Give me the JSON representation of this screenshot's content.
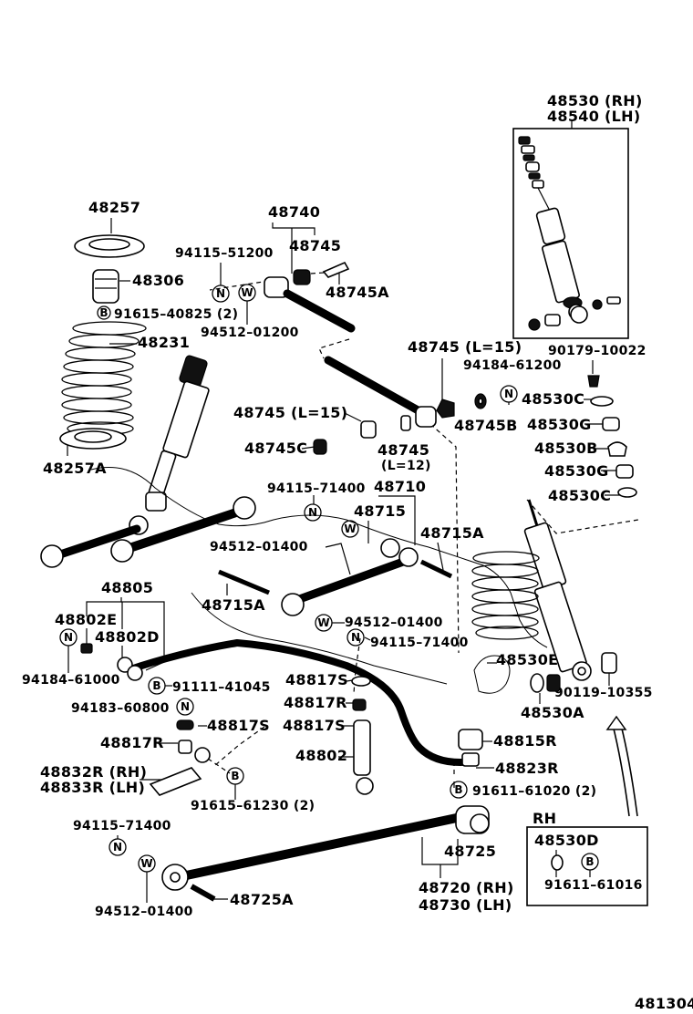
{
  "diagram_code": "481304",
  "parts": {
    "p48530": "48530 (RH)",
    "p48540": "48540 (LH)",
    "p48257": "48257",
    "p48740": "48740",
    "p94115_51200": "94115–51200",
    "p48745_top": "48745",
    "p48306": "48306",
    "p48745A": "48745A",
    "p91615_40825": "91615–40825 (2)",
    "p94512_01200": "94512–01200",
    "p48231": "48231",
    "p48745_L15_right": "48745 (L=15)",
    "p90179_10022": "90179–10022",
    "p94184_61200": "94184–61200",
    "p48530C_1": "48530C",
    "p48745_L15_left": "48745 (L=15)",
    "p48745B": "48745B",
    "p48530G_1": "48530G",
    "p48745C": "48745C",
    "p48745_L12_a": "48745",
    "p48745_L12_b": "(L=12)",
    "p48530B": "48530B",
    "p48257A": "48257A",
    "p48530G_2": "48530G",
    "p94115_71400_a": "94115–71400",
    "p48710": "48710",
    "p48530C_2": "48530C",
    "p48715": "48715",
    "p48715A_r": "48715A",
    "p94512_01400_a": "94512–01400",
    "p48805": "48805",
    "p48715A_l": "48715A",
    "p48802E": "48802E",
    "p48802D": "48802D",
    "p94512_01400_b": "94512–01400",
    "p94115_71400_b": "94115–71400",
    "p48530E": "48530E",
    "p94184_61000": "94184–61000",
    "p91111_41045": "91111–41045",
    "p48817S_1": "48817S",
    "p90119_10355": "90119–10355",
    "p48530A": "48530A",
    "p94183_60800": "94183–60800",
    "p48817R_1": "48817R",
    "p48817S_2": "48817S",
    "p48817S_3": "48817S",
    "p48815R": "48815R",
    "p48817R_2": "48817R",
    "p48802": "48802",
    "p48823R": "48823R",
    "p48832R": "48832R (RH)",
    "p48833R": "48833R (LH)",
    "p91611_61020": "91611–61020 (2)",
    "p91615_61230": "91615–61230 (2)",
    "p94115_71400_c": "94115–71400",
    "rh_title": "RH",
    "p48530D": "48530D",
    "p48725": "48725",
    "p48720": "48720 (RH)",
    "p48730": "48730 (LH)",
    "p91611_61016": "91611–61016",
    "p48725A": "48725A",
    "p94512_01400_c": "94512–01400"
  },
  "symbols": {
    "nut": "N",
    "washer": "W",
    "bolt": "B"
  }
}
